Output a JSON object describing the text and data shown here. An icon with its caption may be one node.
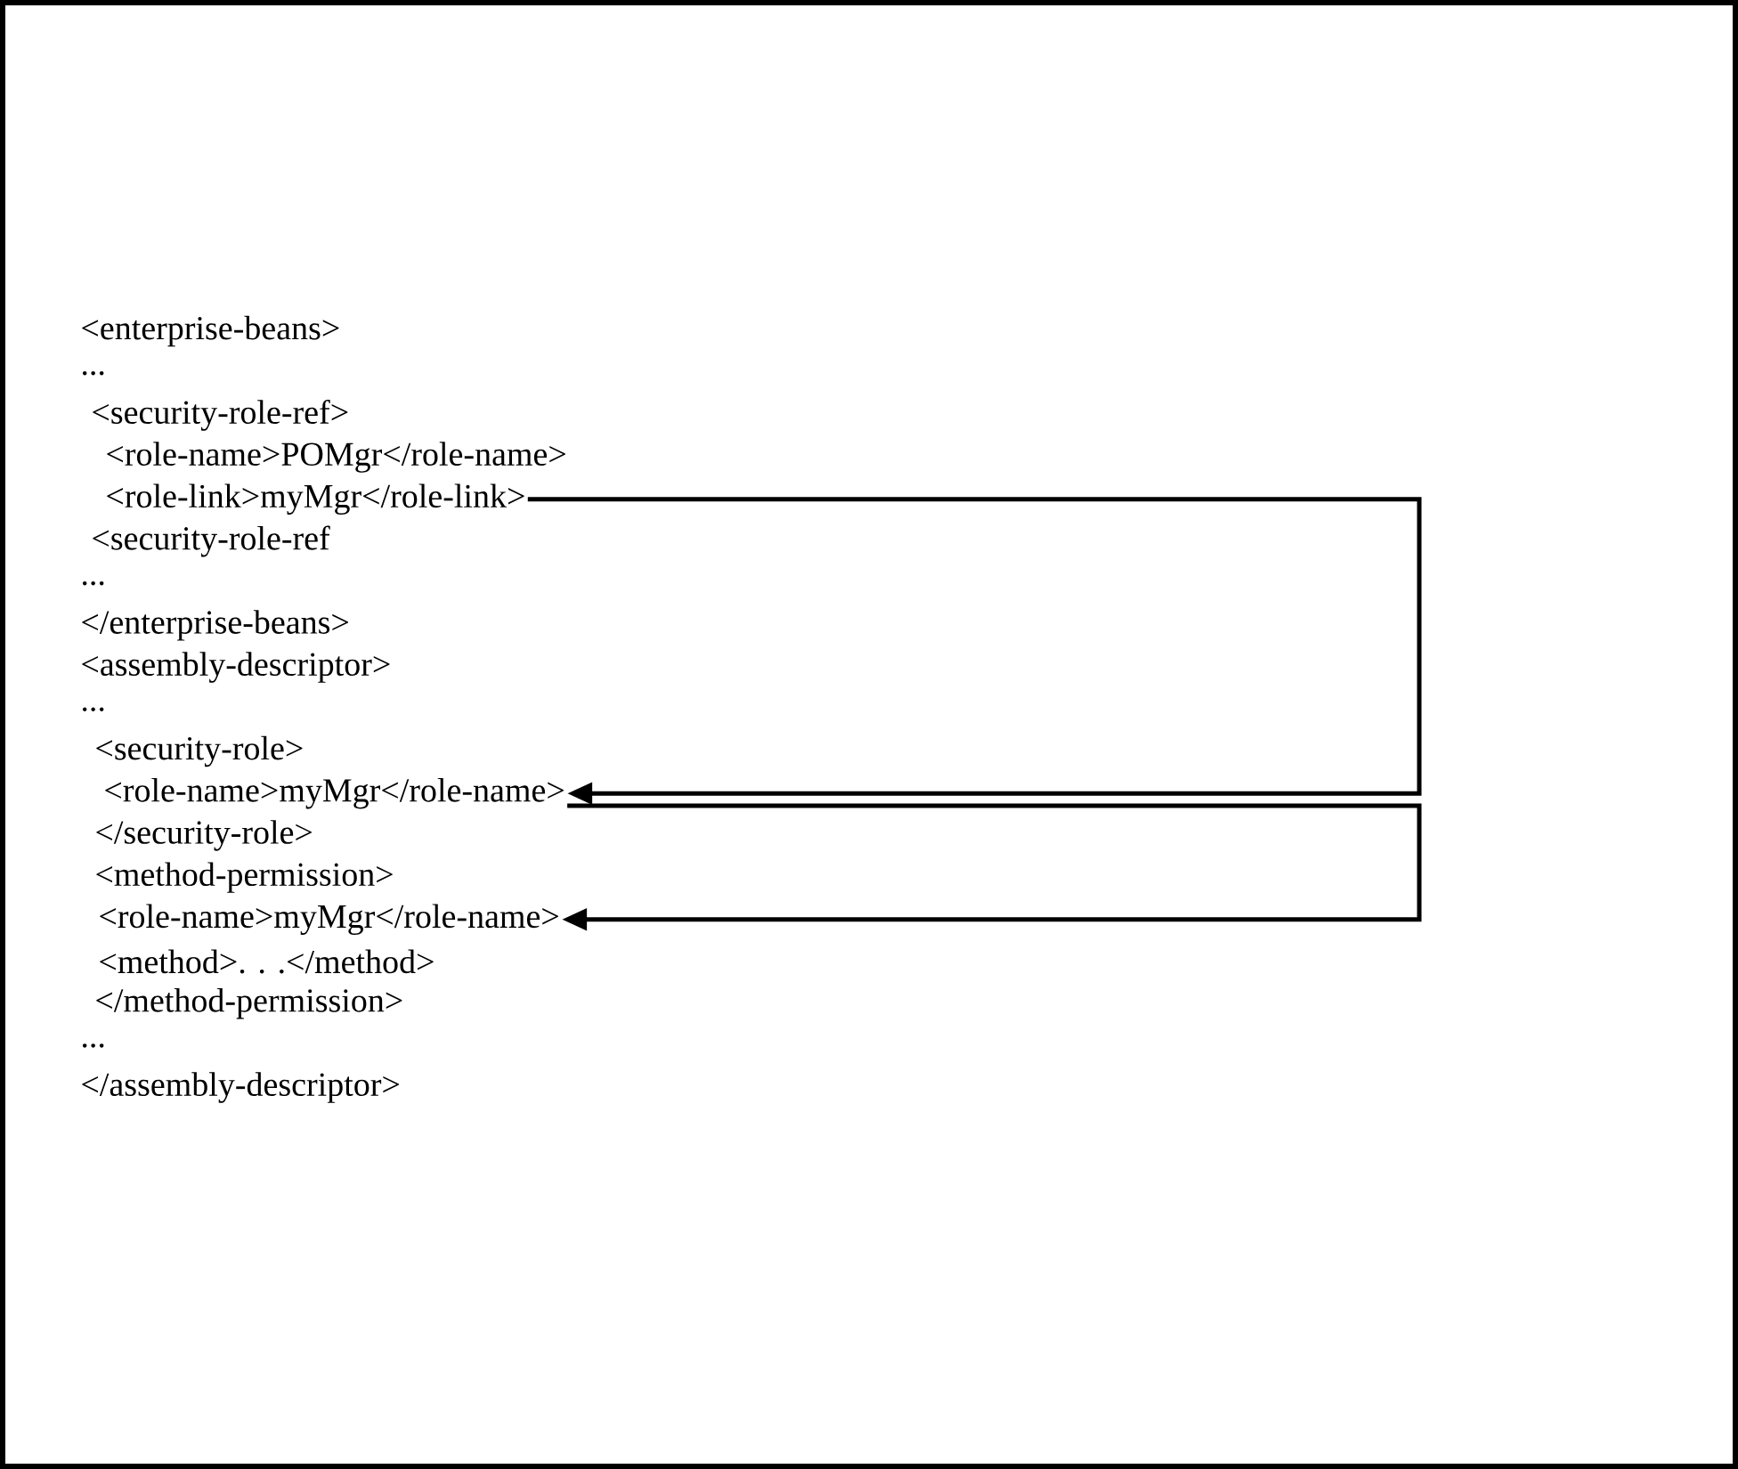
{
  "diagram": {
    "nodes": [
      {
        "text": [
          "<role-link>myMgr</role-link>"
        ]
      },
      {
        "text": [
          "<role-name>myMgr</role-name>"
        ]
      },
      {
        "text": [
          "<role-name>myMgr</role-name>"
        ]
      }
    ],
    "edges": [
      {
        "from": 0,
        "to": 1,
        "arrow": "to"
      },
      {
        "from": 1,
        "to": 2,
        "arrow": "to"
      }
    ],
    "labels": [
      "<enterprise-beans>",
      "...",
      "<security-role-ref>",
      "<role-name>POMgr</role-name>",
      "<security-role-ref",
      "...",
      "</enterprise-beans>",
      "<assembly-descriptor>",
      "...",
      "<security-role>",
      "</security-role>",
      "<method-permission>",
      "<method>. . .</method>",
      "</method-permission>",
      "...",
      "</assembly-descriptor>"
    ]
  }
}
